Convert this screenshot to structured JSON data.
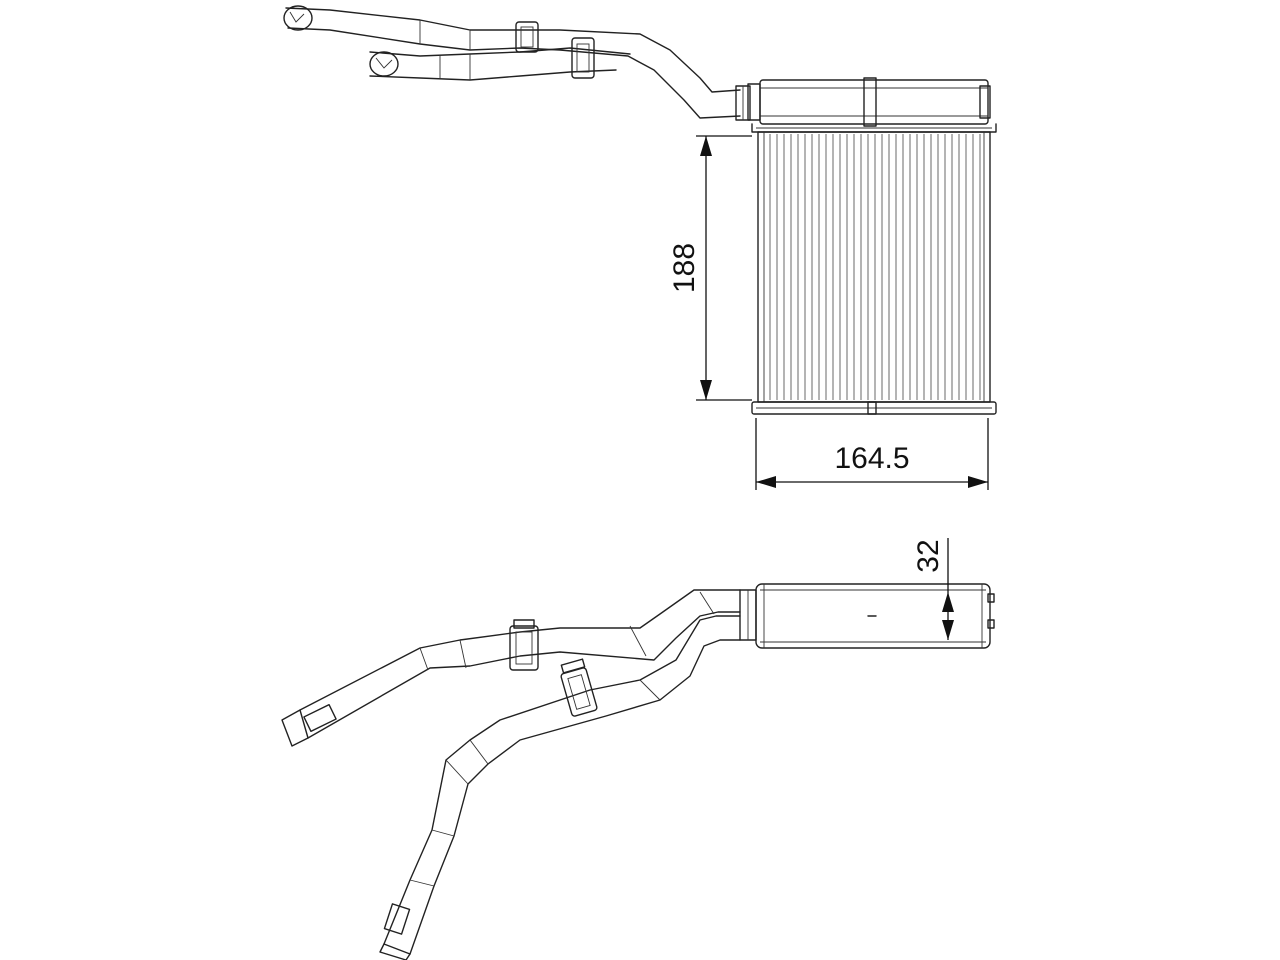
{
  "dimensions": {
    "height": "188",
    "width": "164.5",
    "depth": "32"
  },
  "colors": {
    "line": "#222222",
    "background": "#ffffff"
  }
}
